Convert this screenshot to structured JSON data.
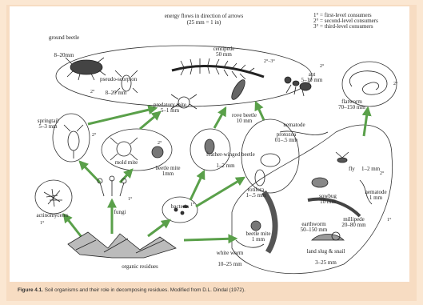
{
  "header": {
    "title_line1": "energy flows in direction of arrows",
    "title_line2": "(25 mm = 1 in)"
  },
  "legend": [
    "1° = first-level consumers",
    "2° = second-level consumers",
    "3° = third-level consumers"
  ],
  "organisms": {
    "ground_beetle": {
      "name": "ground beetle",
      "size": "8–20mm"
    },
    "pseudo_scorpion": {
      "name": "pseudo-scorpion",
      "size": "8–20 mm"
    },
    "centipede": {
      "name": "centipede",
      "size": "50 mm"
    },
    "ant": {
      "name": "ant",
      "size": "5–10 mm"
    },
    "springtail": {
      "name": "springtail",
      "size": "5–3 mm"
    },
    "predatory_mite": {
      "name": "predatory mite",
      "size": "5–1 mm"
    },
    "rove_beetle": {
      "name": "rove beetle",
      "size": "10 mm"
    },
    "flatworm": {
      "name": "flatworm",
      "size": "70–150 mm"
    },
    "nematode_top": {
      "name": "nematode"
    },
    "protozoa": {
      "name": "protozoa",
      "size": "01–.5 mm"
    },
    "mold_mite": {
      "name": "mold mite"
    },
    "beetle_mite_mid": {
      "name": "beetle mite",
      "size": "1mm"
    },
    "feather_winged_beetle": {
      "name": "feather-winged beetle",
      "size": "1–2 mm"
    },
    "fly": {
      "name": "fly",
      "size": "1–2 mm"
    },
    "rotifera": {
      "name": "rotifera",
      "size": "1–.5 mm"
    },
    "sowbug": {
      "name": "sowbug",
      "size": "10 mm"
    },
    "nematode_right": {
      "name": "nematode",
      "size": "1 mm"
    },
    "actinomycetes": {
      "name": "actinomycetes"
    },
    "fungi": {
      "name": "fungi"
    },
    "bacteria": {
      "name": "bacteria"
    },
    "earthworm": {
      "name": "earthworm",
      "size": "50–150 mm"
    },
    "millipede": {
      "name": "millipede",
      "size": "20–80 mm"
    },
    "beetle_mite_low": {
      "name": "beetle mite",
      "size": "1 mm"
    },
    "white_worm": {
      "name": "white worm",
      "size": "10–25 mm"
    },
    "land_slug": {
      "name": "land slug & snail",
      "size": "3–25 mm"
    },
    "organic_residues": {
      "name": "organic residues"
    }
  },
  "levels": {
    "l1": "1°",
    "l2": "2°",
    "l23": "2°–3°"
  },
  "caption": {
    "label": "Figure 4.1.",
    "text": " Soil organisms and their role in decomposing residues. Modified from D.L. Dindal (1972)."
  },
  "colors": {
    "arrow": "#5aa04a",
    "ink": "#222222"
  }
}
